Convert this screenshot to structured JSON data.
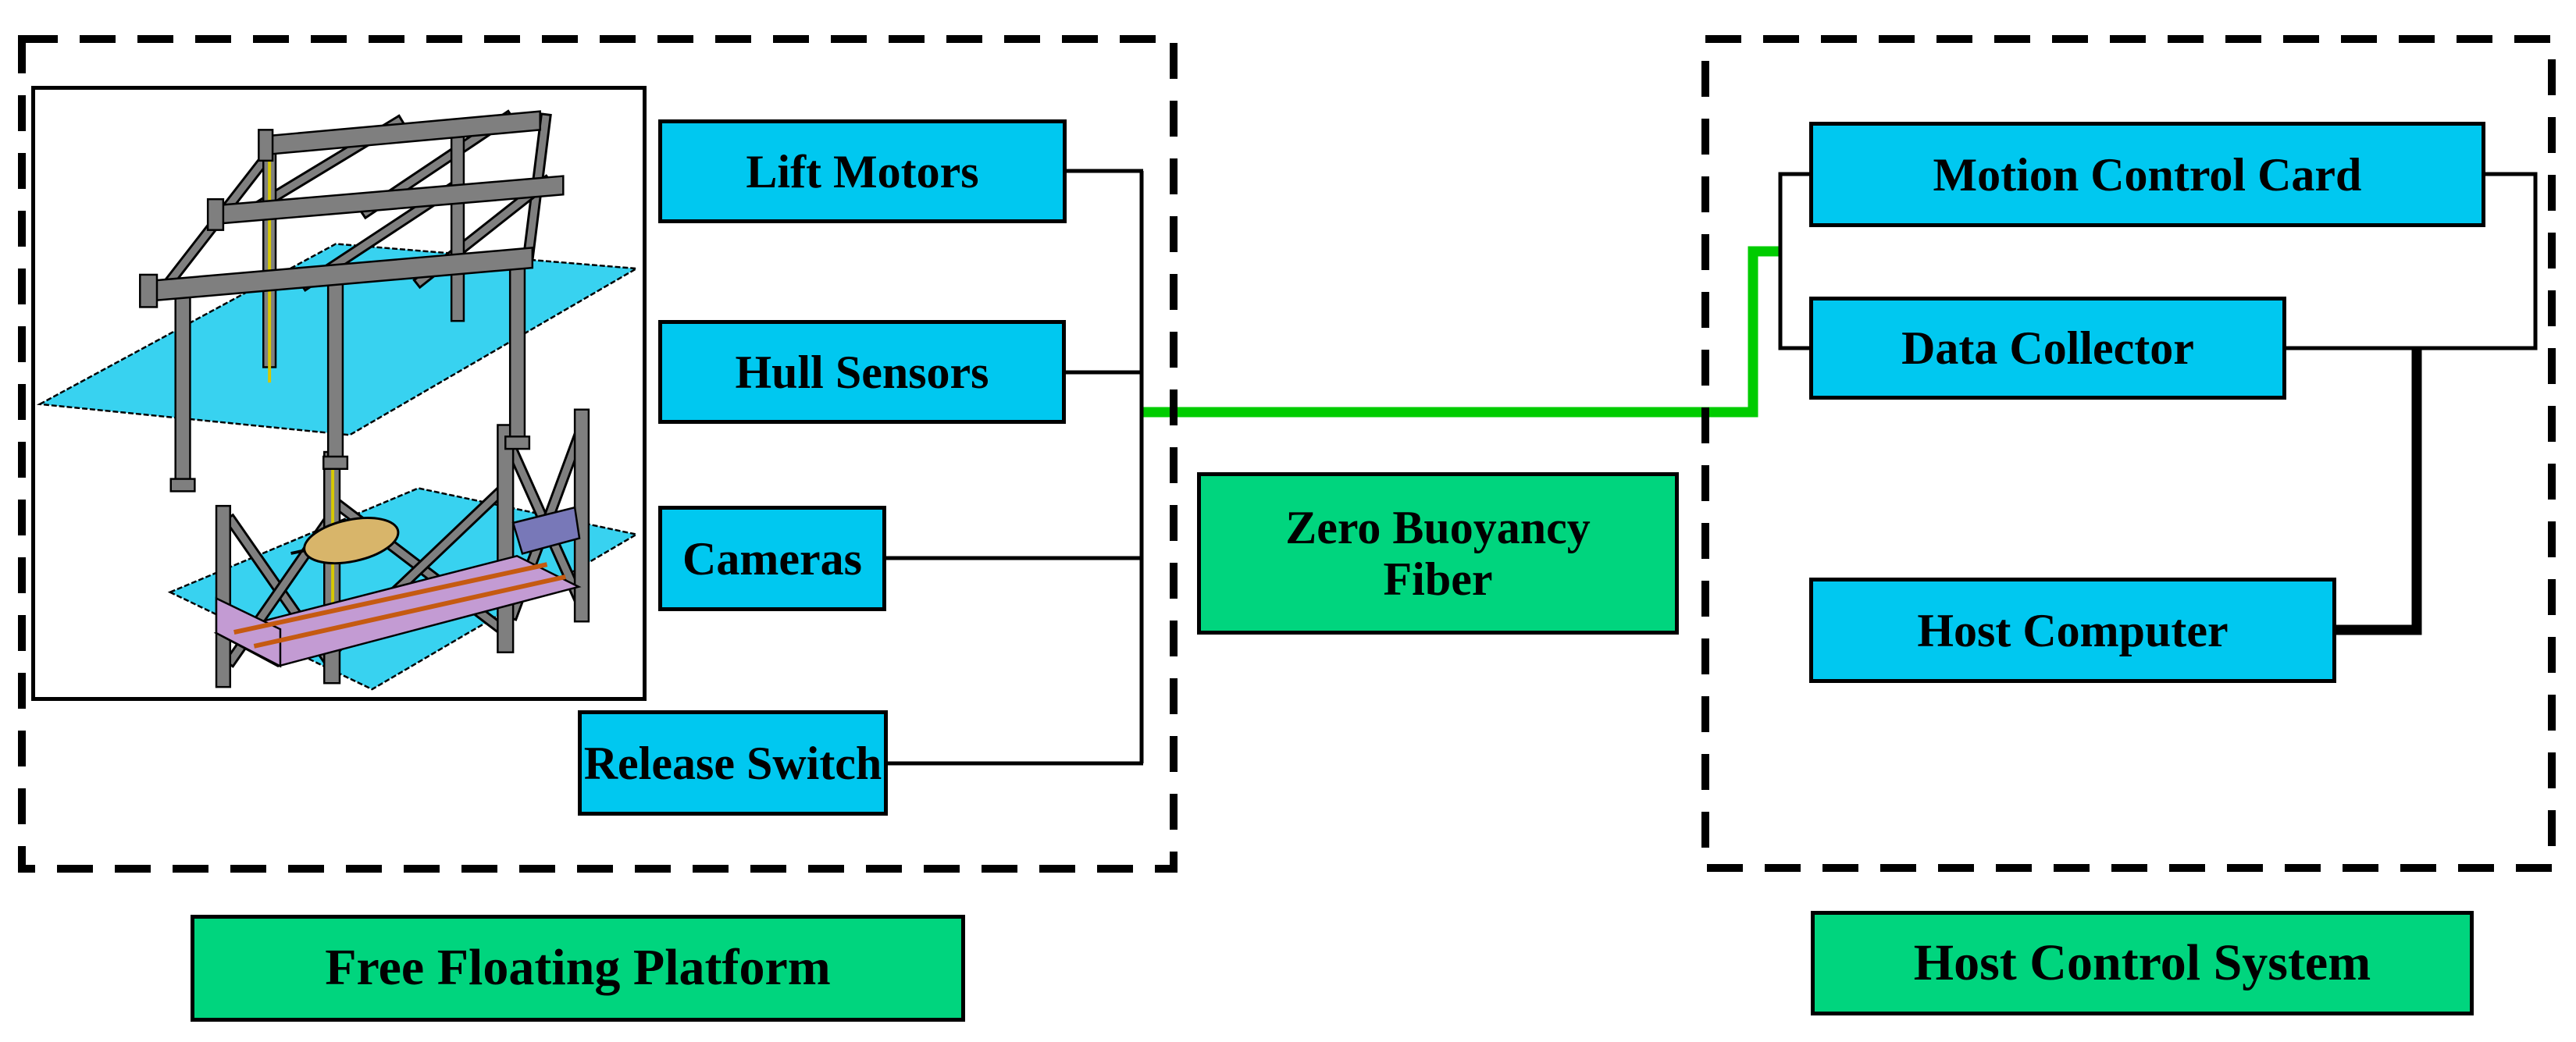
{
  "colors": {
    "cyan_box": "#00C8F0",
    "green_label": "#00D57E",
    "fiber_green": "#00CC00",
    "plane_cyan": "#38D2F0",
    "steel_gray": "#7F7F7F",
    "cradle_purple": "#C39BD3",
    "auv_tan": "#D8B56A",
    "rail_orange": "#C55A11"
  },
  "left_group": {
    "label": "Free Floating Platform",
    "boxes": [
      {
        "label": "Lift Motors"
      },
      {
        "label": "Hull Sensors"
      },
      {
        "label": "Cameras"
      },
      {
        "label": "Release Switch"
      }
    ]
  },
  "fiber_box": {
    "line1": "Zero Buoyancy",
    "line2": "Fiber"
  },
  "right_group": {
    "label": "Host Control System",
    "boxes": [
      {
        "label": "Motion Control Card"
      },
      {
        "label": "Data Collector"
      },
      {
        "label": "Host Computer"
      }
    ]
  }
}
